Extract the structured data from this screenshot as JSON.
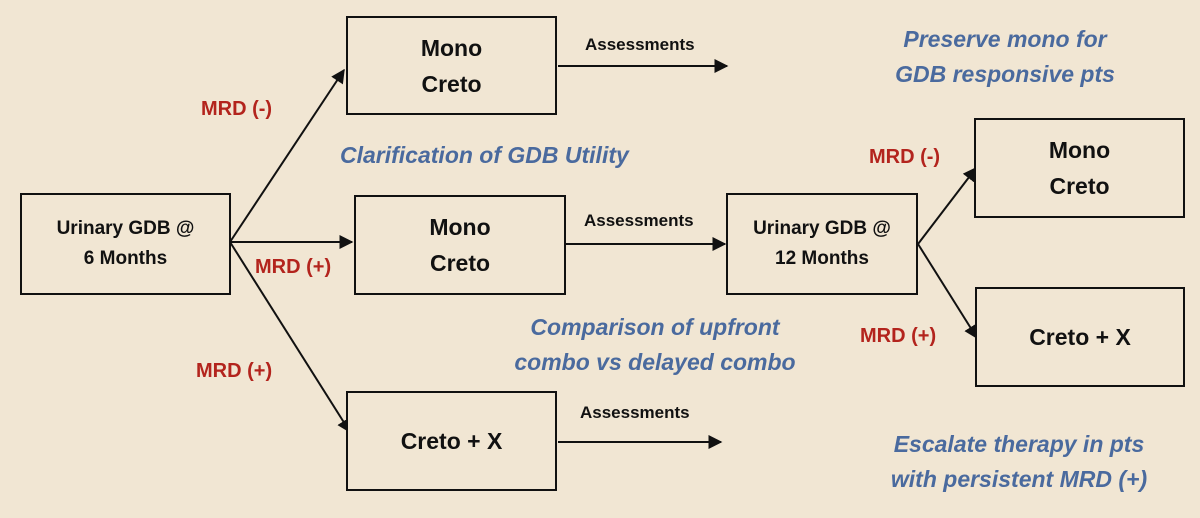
{
  "nodes": {
    "start": {
      "line1": "Urinary GDB @",
      "line2": "6 Months"
    },
    "mono_top": {
      "line1": "Mono",
      "line2": "Creto"
    },
    "mono_mid": {
      "line1": "Mono",
      "line2": "Creto"
    },
    "creto_x_bottom": {
      "label": "Creto + X"
    },
    "gdb12": {
      "line1": "Urinary GDB @",
      "line2": "12 Months"
    },
    "mono_right": {
      "line1": "Mono",
      "line2": "Creto"
    },
    "creto_x_right": {
      "label": "Creto + X"
    }
  },
  "edge_labels": {
    "mrd_neg_1": "MRD (-)",
    "mrd_pos_1": "MRD (+)",
    "mrd_pos_2": "MRD (+)",
    "mrd_neg_2": "MRD (-)",
    "mrd_pos_3": "MRD (+)",
    "assess_top": "Assessments",
    "assess_mid": "Assessments",
    "assess_bottom": "Assessments"
  },
  "notes": {
    "preserve": {
      "line1": "Preserve mono for",
      "line2": "GDB responsive pts"
    },
    "clarification": "Clarification of GDB Utility",
    "comparison": {
      "line1": "Comparison of upfront",
      "line2": "combo vs delayed combo"
    },
    "escalate": {
      "line1": "Escalate therapy in pts",
      "line2": "with persistent MRD (+)"
    }
  },
  "colors": {
    "background": "#f1e6d3",
    "mrd_label": "#b3241d",
    "note_text": "#4a6a9e",
    "line": "#111111"
  }
}
